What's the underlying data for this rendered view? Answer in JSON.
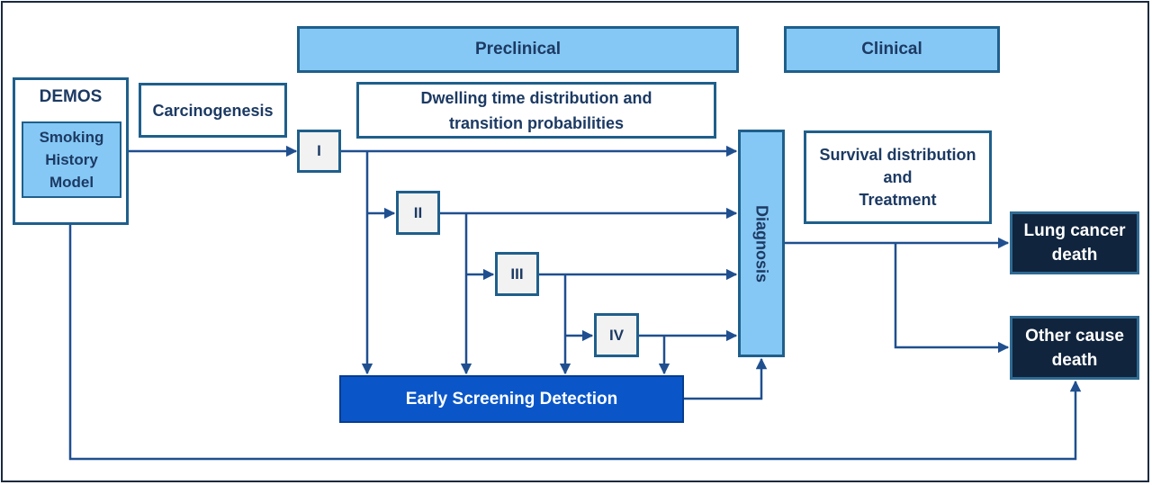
{
  "headers": {
    "preclinical": "Preclinical",
    "clinical": "Clinical"
  },
  "demos": {
    "title": "DEMOS",
    "model_label": "Smoking History Model"
  },
  "boxes": {
    "carcinogenesis": "Carcinogenesis",
    "dwelling_line1": "Dwelling time distribution and",
    "dwelling_line2": "transition probabilities",
    "survival_line1": "Survival distribution",
    "survival_line2": "and",
    "survival_line3": "Treatment",
    "diagnosis": "Diagnosis",
    "early_screening": "Early Screening Detection",
    "lung_cancer_death_line1": "Lung cancer",
    "lung_cancer_death_line2": "death",
    "other_cause_death_line1": "Other cause",
    "other_cause_death_line2": "death"
  },
  "stages": [
    "I",
    "II",
    "III",
    "IV"
  ],
  "colors": {
    "header_fill": "#86c8f5",
    "border": "#1f5f8b",
    "text": "#1c3a63",
    "arrow": "#1f4f8f",
    "screening_fill": "#0a56c9",
    "death_fill": "#10243d"
  }
}
